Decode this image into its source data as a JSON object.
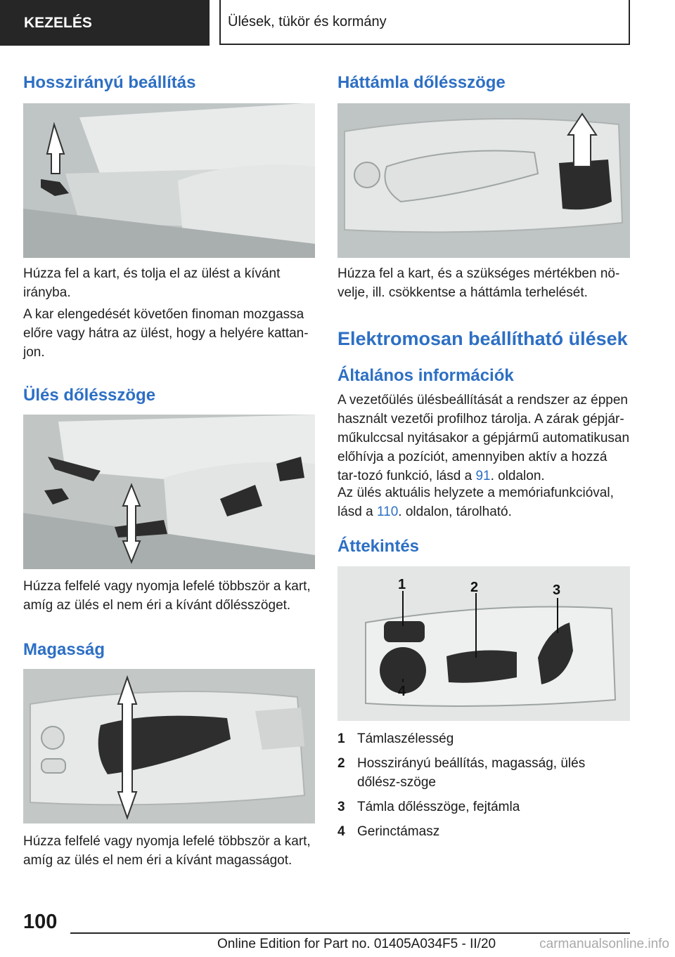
{
  "header": {
    "section": "KEZELÉS",
    "chapter": "Ülések, tükör és kormány"
  },
  "left": {
    "h_longitudinal": "Hosszirányú beállítás",
    "p_longitudinal_1": "Húzza fel a kart, és tolja el az ülést a kívánt irányba.",
    "p_longitudinal_2": "A kar elengedését követően finoman mozgassa előre vagy hátra az ülést, hogy a helyére kattan-jon.",
    "h_seat_angle": "Ülés dőlésszöge",
    "p_seat_angle": "Húzza felfelé vagy nyomja lefelé többször a kart, amíg az ülés el nem éri a kívánt dőlésszöget.",
    "h_height": "Magasság",
    "p_height": "Húzza felfelé vagy nyomja lefelé többször a kart, amíg az ülés el nem éri a kívánt magasságot."
  },
  "right": {
    "h_backrest": "Háttámla dőlésszöge",
    "p_backrest": "Húzza fel a kart, és a szükséges mértékben nö-velje, ill. csökkentse a háttámla terhelését.",
    "h_electric": "Elektromosan beállítható ülések",
    "h_general": "Általános információk",
    "p_general_pre": "A vezetőülés ülésbeállítását a rendszer az éppen használt vezetői profilhoz tárolja. A zárak gépjár-műkulccsal nyitásakor a gépjármű automatikusan előhívja a pozíciót, amennyiben aktív a hozzá tar-tozó funkció, lásd a ",
    "p_general_link": "91",
    "p_general_post": ". oldalon.",
    "p_memory_pre": "Az ülés aktuális helyzete a memóriafunkcióval, lásd a ",
    "p_memory_link": "110",
    "p_memory_post": ". oldalon, tárolható.",
    "h_overview": "Áttekintés",
    "callouts": [
      "1",
      "2",
      "3",
      "4"
    ],
    "legend": [
      {
        "num": "1",
        "text": "Támlaszélesség"
      },
      {
        "num": "2",
        "text": "Hosszirányú beállítás, magasság, ülés dőlész-szöge"
      },
      {
        "num": "3",
        "text": "Támla dőlésszöge, fejtámla"
      },
      {
        "num": "4",
        "text": "Gerinctámasz"
      }
    ]
  },
  "footer": {
    "page_number": "100",
    "edition": "Online Edition for Part no. 01405A034F5 - II/20",
    "watermark": "carmanualsonline.info"
  }
}
